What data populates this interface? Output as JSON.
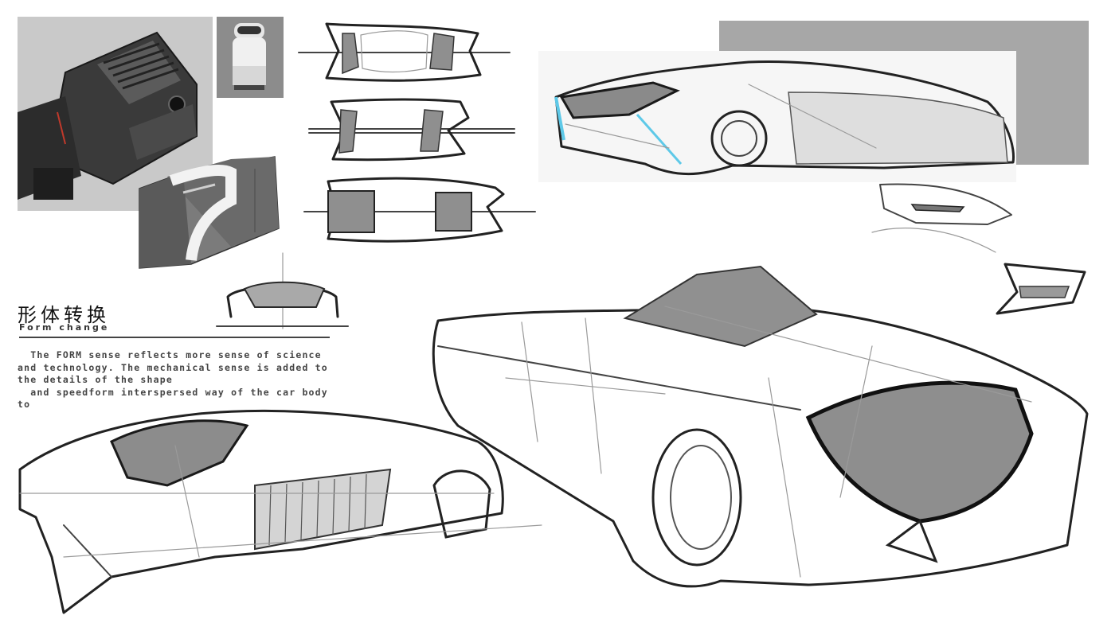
{
  "heading": {
    "cn_title": "形体转换",
    "en_title": "Form change"
  },
  "description": {
    "lines": [
      "  The FORM sense reflects more sense of science",
      "and technology. The mechanical sense is added to",
      "the details of the shape",
      "  and speedform interspersed way of the car body",
      "to"
    ]
  },
  "colors": {
    "panel_gray": "#a7a7a7",
    "photo_gray": "#c9c9c9",
    "robot_bg": "#8c8c8c",
    "accent_blue": "#5ec9e8"
  }
}
